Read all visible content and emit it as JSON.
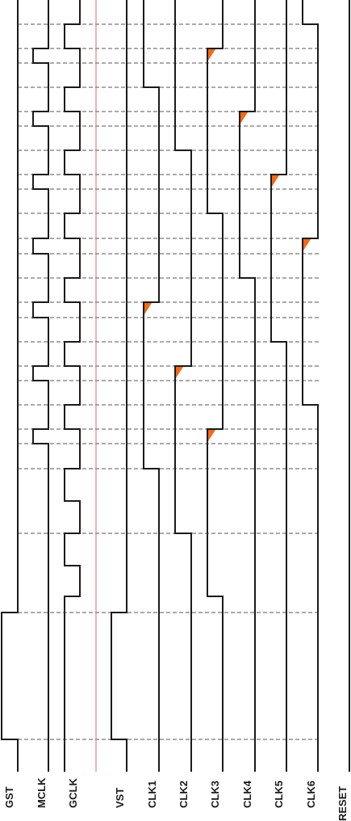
{
  "signals": [
    {
      "label": "GST",
      "color": "#1a1a1a"
    },
    {
      "label": "MCLK",
      "color": "#1a1a1a"
    },
    {
      "label": "GCLK",
      "color": "#1a1a1a"
    },
    {
      "label": "VST",
      "color": "#1a1a1a"
    },
    {
      "label": "CLK1",
      "color": "#1a1a1a"
    },
    {
      "label": "CLK2",
      "color": "#1a1a1a"
    },
    {
      "label": "CLK3",
      "color": "#1a1a1a"
    },
    {
      "label": "CLK4",
      "color": "#1a1a1a"
    },
    {
      "label": "CLK5",
      "color": "#1a1a1a"
    },
    {
      "label": "CLK6",
      "color": "#1a1a1a"
    },
    {
      "label": "RESET",
      "color": "#1a1a1a"
    }
  ],
  "colors": {
    "trace": "#1a1a1a",
    "dashed_guide": "#555555",
    "reference_line": "#e06666",
    "edge_marker": "#f06a1a"
  }
}
